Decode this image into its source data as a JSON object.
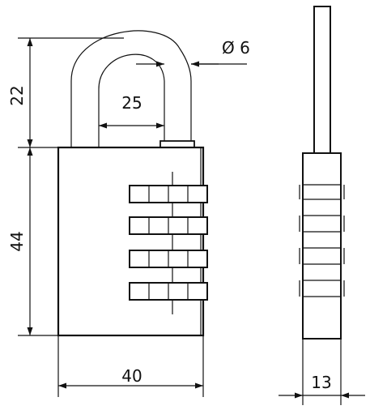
{
  "drawing": {
    "subject": "combination padlock",
    "dimensions": {
      "shackle_height": "22",
      "body_height": "44",
      "shackle_inner_width": "25",
      "shackle_diameter": "Ø 6",
      "body_width": "40",
      "body_thickness": "13"
    },
    "wheel_count": 4,
    "line_color": "#111111",
    "background": "#ffffff"
  }
}
